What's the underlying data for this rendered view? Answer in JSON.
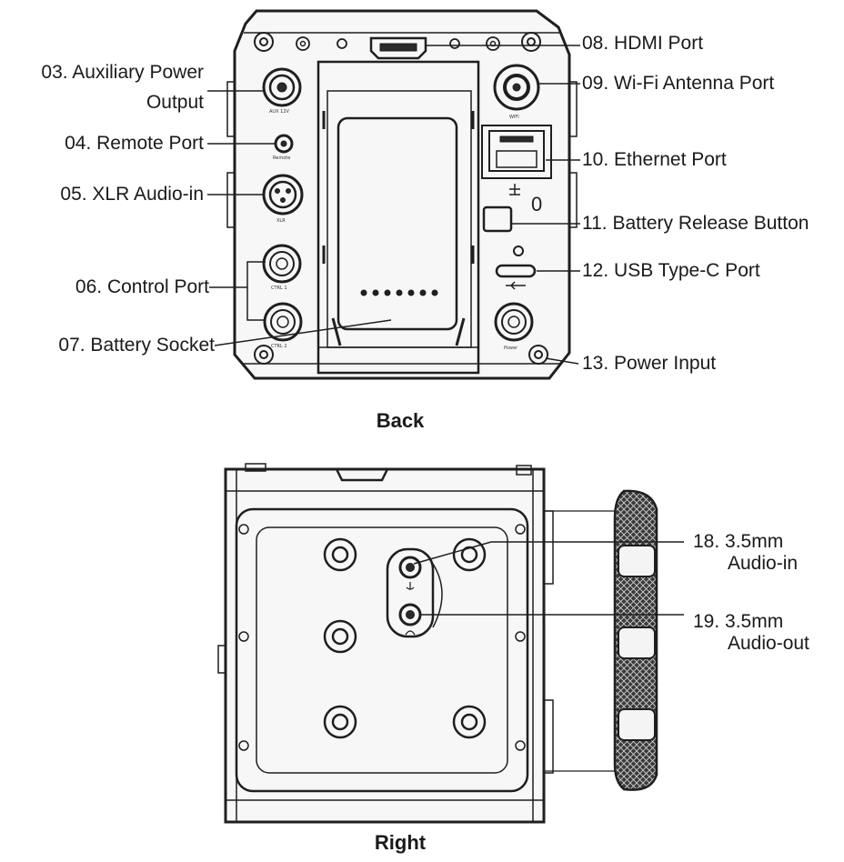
{
  "back": {
    "caption": "Back",
    "labels": {
      "aux_line1": "03. Auxiliary Power",
      "aux_line2": "Output",
      "remote": "04. Remote Port",
      "xlr": "05. XLR Audio-in",
      "control": "06. Control Port",
      "battery_socket": "07. Battery Socket",
      "hdmi": "08. HDMI Port",
      "wifi": "09. Wi-Fi Antenna Port",
      "ethernet": "10. Ethernet Port",
      "battery_release": "11. Battery Release Button",
      "usb": "12. USB Type-C Port",
      "power": "13. Power Input"
    },
    "device_text": {
      "aux": "AUX 12V",
      "remote": "Remote",
      "xlr": "XLR",
      "ctrl1": "CTRL 1",
      "ctrl2": "CTRL 2",
      "wifi": "WIFI",
      "power": "Power",
      "zero": "0"
    }
  },
  "right": {
    "caption": "Right",
    "labels": {
      "audio_in_line1": "18. 3.5mm",
      "audio_in_line2": "Audio-in",
      "audio_out_line1": "19. 3.5mm",
      "audio_out_line2": "Audio-out"
    }
  },
  "colors": {
    "stroke": "#1f1f1f",
    "fill_light": "#f4f4f4",
    "fill_dark": "#2a2a2a"
  }
}
